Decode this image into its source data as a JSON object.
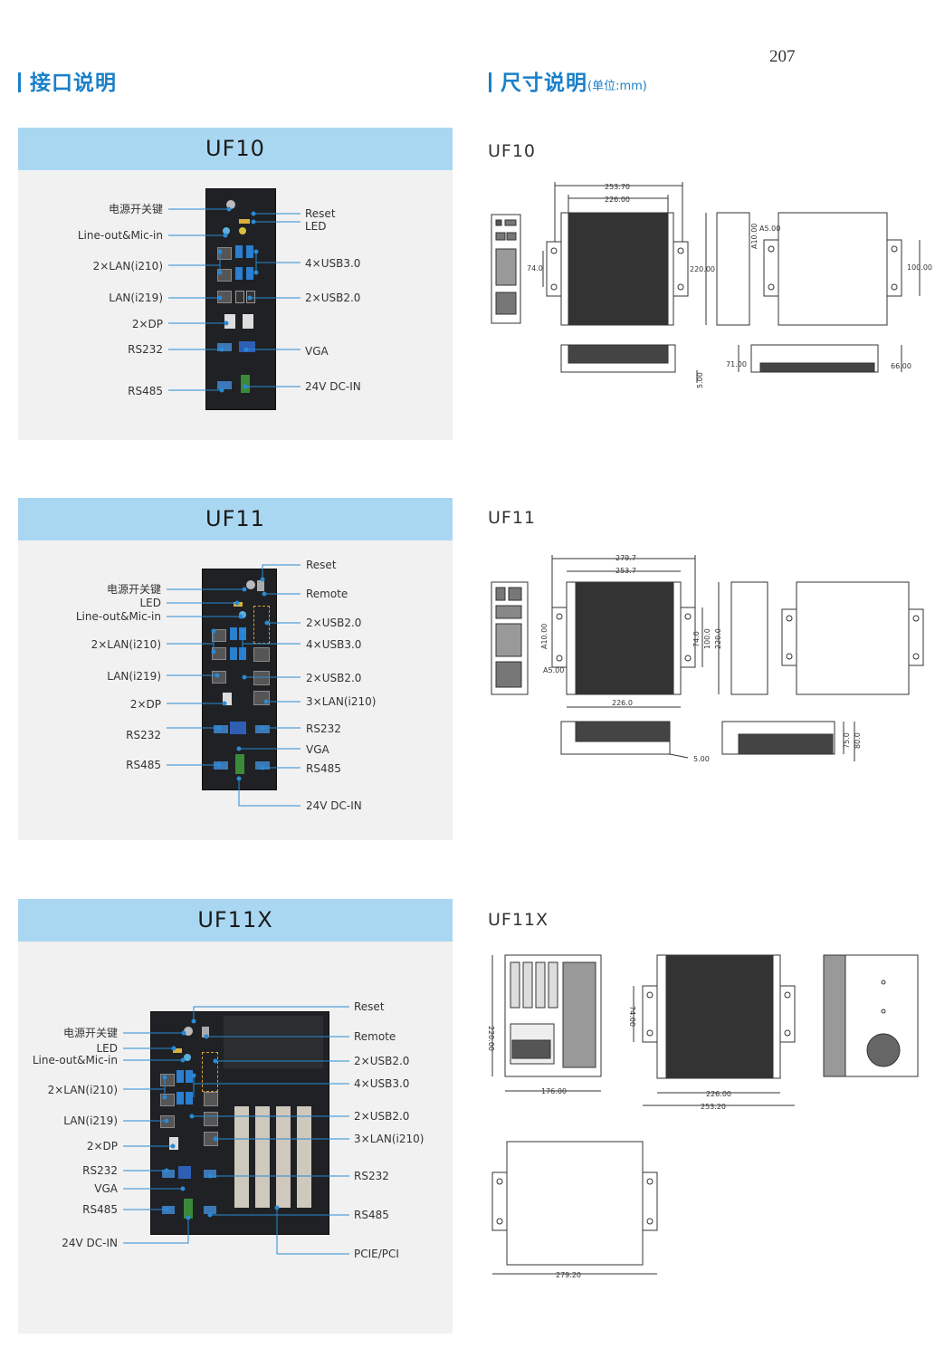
{
  "page_number": "207",
  "left_title": "接口说明",
  "right_title": "尺寸说明",
  "right_title_unit": "(单位:mm)",
  "models": [
    {
      "name": "UF10",
      "labels_left": [
        "电源开关键",
        "Line-out&Mic-in",
        "2×LAN(i210)",
        "LAN(i219)",
        "2×DP",
        "RS232",
        "RS485"
      ],
      "labels_right": [
        "Reset",
        "LED",
        "4×USB3.0",
        "2×USB2.0",
        "VGA",
        "24V DC-IN"
      ],
      "dims": [
        "253.70",
        "226.00",
        "74.0",
        "220.00",
        "A5.00",
        "A10.00",
        "100.00",
        "5.00",
        "71.00",
        "66.00"
      ]
    },
    {
      "name": "UF11",
      "labels_left": [
        "电源开关键",
        "LED",
        "Line-out&Mic-in",
        "2×LAN(i210)",
        "LAN(i219)",
        "2×DP",
        "RS232",
        "RS485"
      ],
      "labels_right": [
        "Reset",
        "Remote",
        "2×USB2.0",
        "4×USB3.0",
        "2×USB2.0",
        "3×LAN(i210)",
        "RS232",
        "VGA",
        "RS485",
        "24V DC-IN"
      ],
      "dims": [
        "279.7",
        "253.7",
        "A10.00",
        "A5.00",
        "74.0",
        "100.0",
        "220.0",
        "226.0",
        "5.00",
        "75.0",
        "80.0"
      ]
    },
    {
      "name": "UF11X",
      "labels_left": [
        "电源开关键",
        "LED",
        "Line-out&Mic-in",
        "2×LAN(i210)",
        "LAN(i219)",
        "2×DP",
        "RS232",
        "VGA",
        "RS485",
        "24V DC-IN"
      ],
      "labels_right": [
        "Reset",
        "Remote",
        "2×USB2.0",
        "4×USB3.0",
        "2×USB2.0",
        "3×LAN(i210)",
        "RS232",
        "RS485",
        "PCIE/PCI"
      ],
      "dims": [
        "220.00",
        "176.00",
        "74.00",
        "226.00",
        "253.20",
        "279.20"
      ]
    }
  ],
  "colors": {
    "accent": "#1a7fc9",
    "panel_header": "#a9d7f2",
    "panel_bg": "#f1f1f1"
  }
}
